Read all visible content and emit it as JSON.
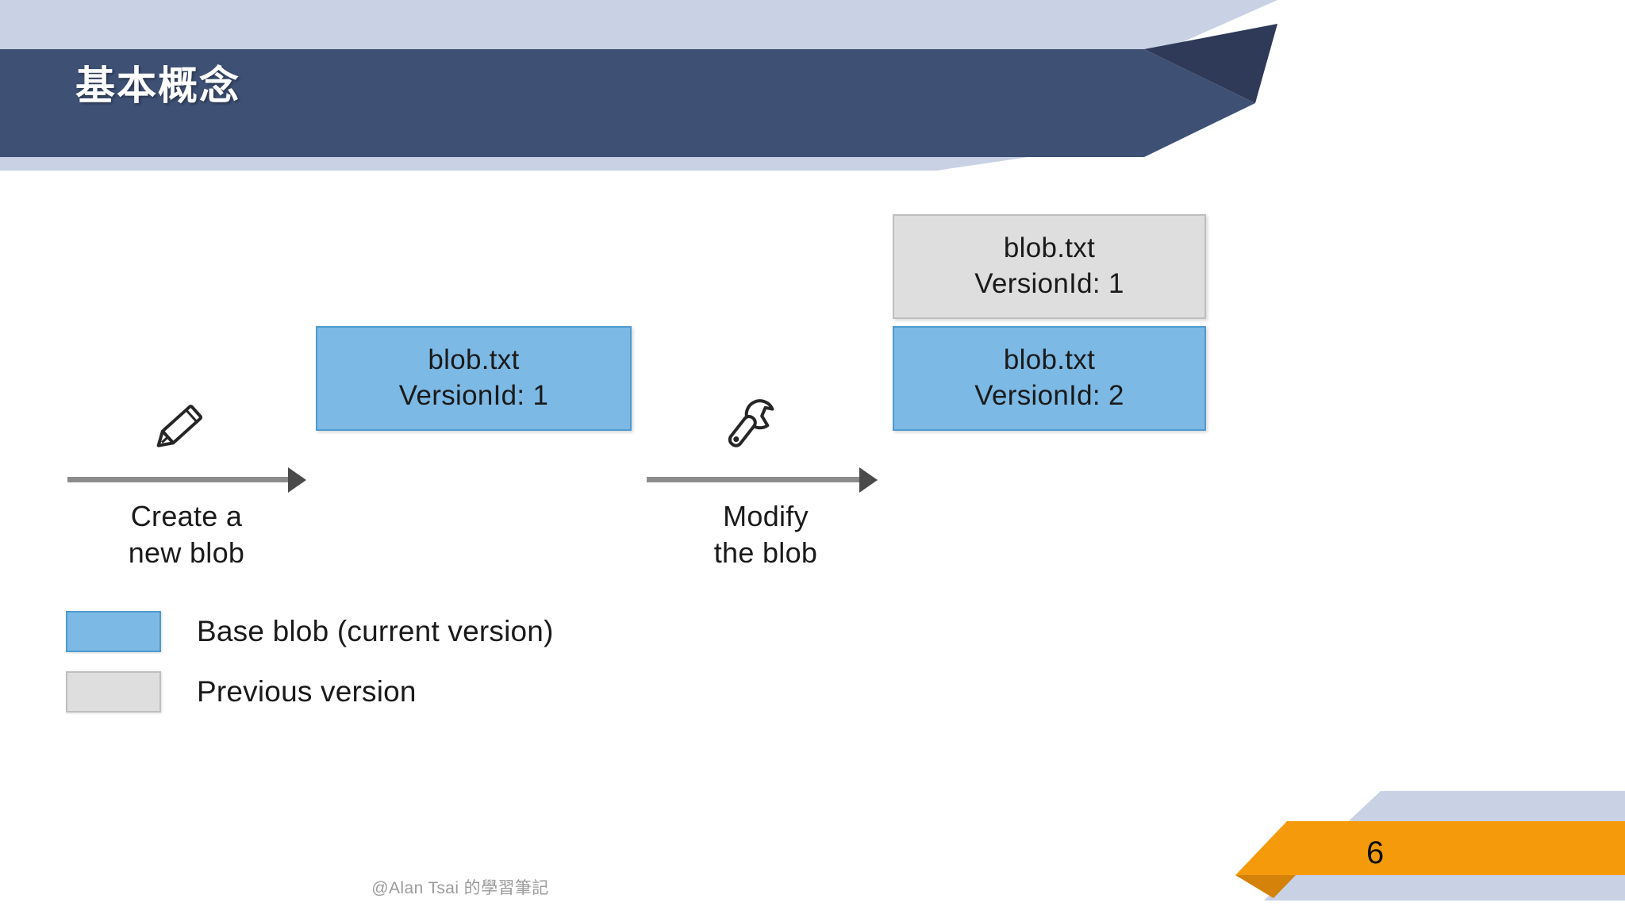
{
  "slide": {
    "title": "基本概念",
    "page_number": "6",
    "footer_credit": "@Alan Tsai 的學習筆記"
  },
  "theme": {
    "navy": "#3E5175",
    "navy_dark": "#2E3A57",
    "band_light_blue": "#C8D2E4",
    "accent_orange": "#F59B0B",
    "accent_orange_dark": "#D4820A",
    "blob_blue_fill": "#7CB9E4",
    "blob_blue_border": "#4E9BD1",
    "blob_gray_fill": "#DEDEDE",
    "blob_gray_border": "#BFBFBF",
    "arrow_gray": "#8C8C8C"
  },
  "diagram": {
    "nodes": [
      {
        "id": "previous-version",
        "kind": "gray",
        "line1": "blob.txt",
        "line2": "VersionId: 1"
      },
      {
        "id": "base-blob-v1",
        "kind": "blue",
        "line1": "blob.txt",
        "line2": "VersionId: 1"
      },
      {
        "id": "base-blob-v2",
        "kind": "blue",
        "line1": "blob.txt",
        "line2": "VersionId: 2"
      }
    ],
    "arrows": [
      {
        "id": "create",
        "icon": "pencil-icon",
        "caption_line1": "Create a",
        "caption_line2": "new blob"
      },
      {
        "id": "modify",
        "icon": "wrench-icon",
        "caption_line1": "Modify",
        "caption_line2": "the blob"
      }
    ],
    "legend": [
      {
        "kind": "blue",
        "label": "Base blob (current version)"
      },
      {
        "kind": "gray",
        "label": "Previous version"
      }
    ]
  }
}
